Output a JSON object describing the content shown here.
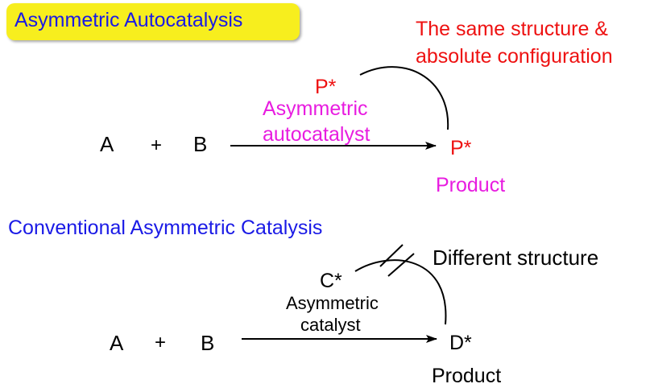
{
  "autocatalysis": {
    "title": "Asymmetric Autocatalysis",
    "note_line1": "The same structure &",
    "note_line2": "absolute configuration",
    "reactant_a": "A",
    "plus": "+",
    "reactant_b": "B",
    "catalyst": "P*",
    "catalyst_label_line1": "Asymmetric",
    "catalyst_label_line2": "autocatalyst",
    "product": "P*",
    "product_label": "Product"
  },
  "conventional": {
    "title": "Conventional Asymmetric Catalysis",
    "note": "Different structure",
    "reactant_a": "A",
    "plus": "+",
    "reactant_b": "B",
    "catalyst": "C*",
    "catalyst_label_line1": "Asymmetric",
    "catalyst_label_line2": "catalyst",
    "product": "D*",
    "product_label": "Product"
  },
  "colors": {
    "title_highlight": "#f7ee1e",
    "section_title": "#1a1ae6",
    "autocatalyst_red": "#ee1111",
    "autocatalyst_magenta": "#e81ce0",
    "text": "#000000"
  }
}
